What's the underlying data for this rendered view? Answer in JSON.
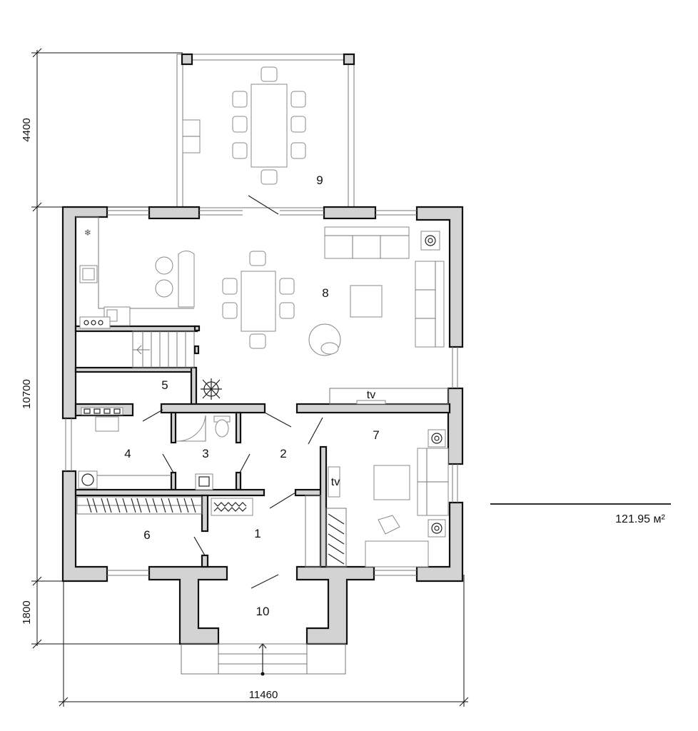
{
  "dimensions": {
    "terrace_depth": "4400",
    "house_depth": "10700",
    "porch_depth": "1800",
    "house_width": "11460"
  },
  "rooms": [
    "1",
    "2",
    "3",
    "4",
    "5",
    "6",
    "7",
    "8",
    "9",
    "10"
  ],
  "tv_labels": [
    "tv",
    "tv"
  ],
  "total_area": "121.95 м²"
}
